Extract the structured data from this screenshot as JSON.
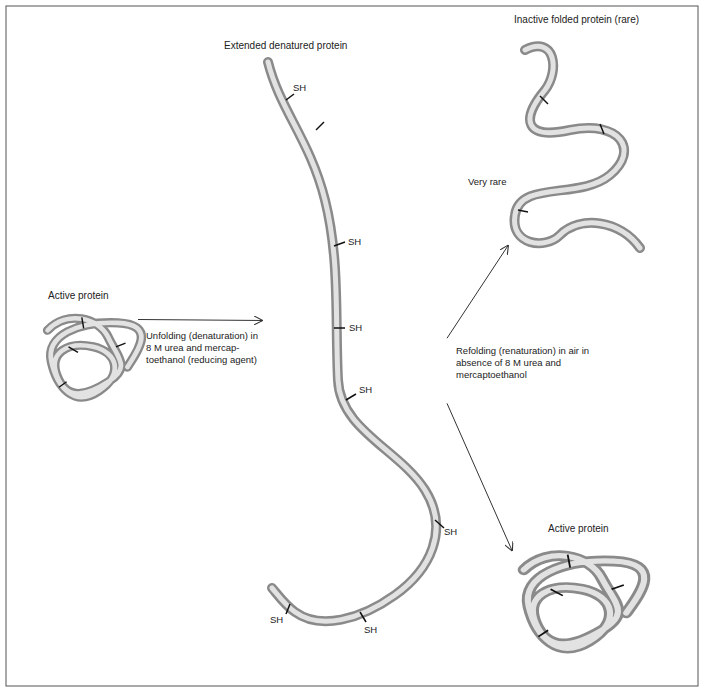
{
  "diagram": {
    "nodes": [
      {
        "text": [
          "Active protein"
        ]
      },
      {
        "text": [
          "Extended denatured protein"
        ]
      },
      {
        "text": [
          "Inactive folded protein (rare)"
        ]
      },
      {
        "text": [
          "Active protein"
        ]
      }
    ],
    "edges": [
      {
        "from": 0,
        "to": 1,
        "arrow": "to",
        "label": "Unfolding (denaturation) in 8 M urea and mercap- toethanol (reducing agent)"
      },
      {
        "from": 1,
        "to": 2,
        "arrow": "to"
      },
      {
        "from": 1,
        "to": 3,
        "arrow": "to"
      }
    ],
    "labels": [
      "Very rare",
      "Refolding (renaturation) in air in absence of 8 M urea and mercaptoethanol",
      "SH",
      "SH",
      "SH",
      "SH",
      "SH",
      "SH",
      "SH"
    ]
  }
}
